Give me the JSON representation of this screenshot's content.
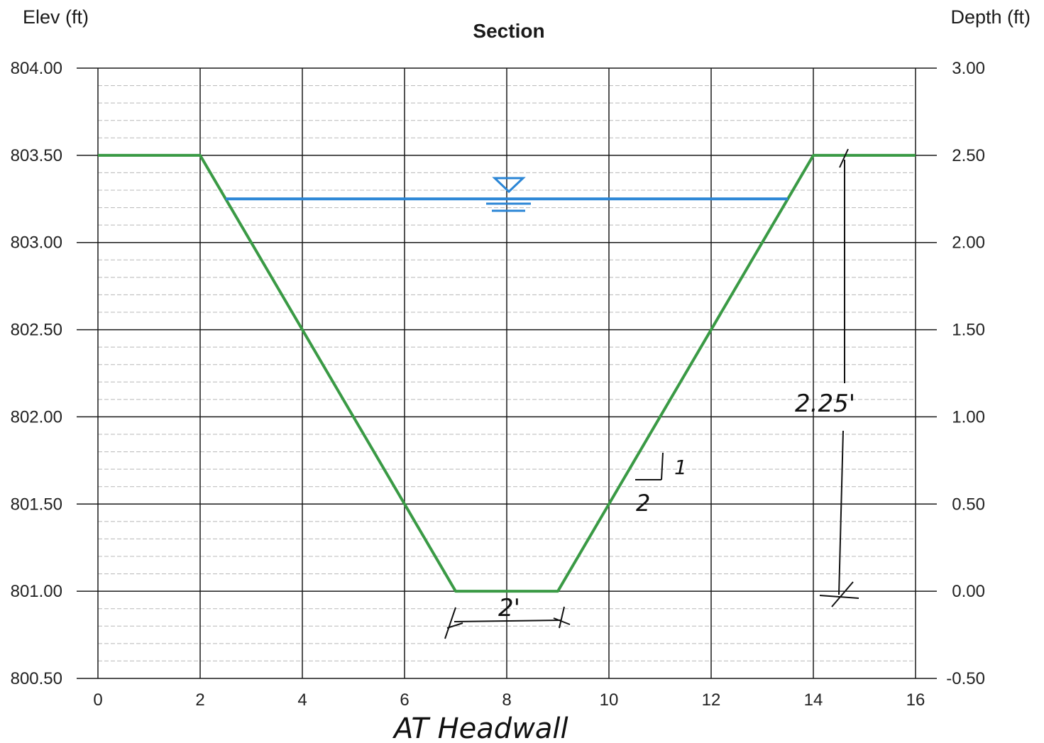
{
  "chart_data": {
    "type": "line",
    "title": "Section",
    "ylabel_left": "Elev (ft)",
    "ylabel_right": "Depth (ft)",
    "xlim": [
      0,
      16
    ],
    "ylim": [
      800.5,
      804.0
    ],
    "depth_lim": [
      -0.5,
      3.0
    ],
    "x_ticks": [
      "0",
      "2",
      "4",
      "6",
      "8",
      "10",
      "12",
      "14",
      "16"
    ],
    "y_left_ticks": [
      "804.00",
      "803.50",
      "803.00",
      "802.50",
      "802.00",
      "801.50",
      "801.00",
      "800.50"
    ],
    "y_right_ticks": [
      "3.00",
      "2.50",
      "2.00",
      "1.50",
      "1.00",
      "0.50",
      "0.00",
      "-0.50"
    ],
    "grid": true,
    "series": [
      {
        "color": "#3a9a45",
        "points": [
          [
            0,
            803.5
          ],
          [
            2,
            803.5
          ],
          [
            7,
            801.0
          ],
          [
            9,
            801.0
          ],
          [
            14,
            803.5
          ],
          [
            16,
            803.5
          ]
        ]
      },
      {
        "color": "#2b86d6",
        "points": [
          [
            2.5,
            803.25
          ],
          [
            13.5,
            803.25
          ]
        ]
      }
    ],
    "annotations": {
      "bottom_width": "2'",
      "depth": "2.25'",
      "slope_rise": "1",
      "slope_run": "2",
      "caption": "AT Headwall"
    }
  }
}
